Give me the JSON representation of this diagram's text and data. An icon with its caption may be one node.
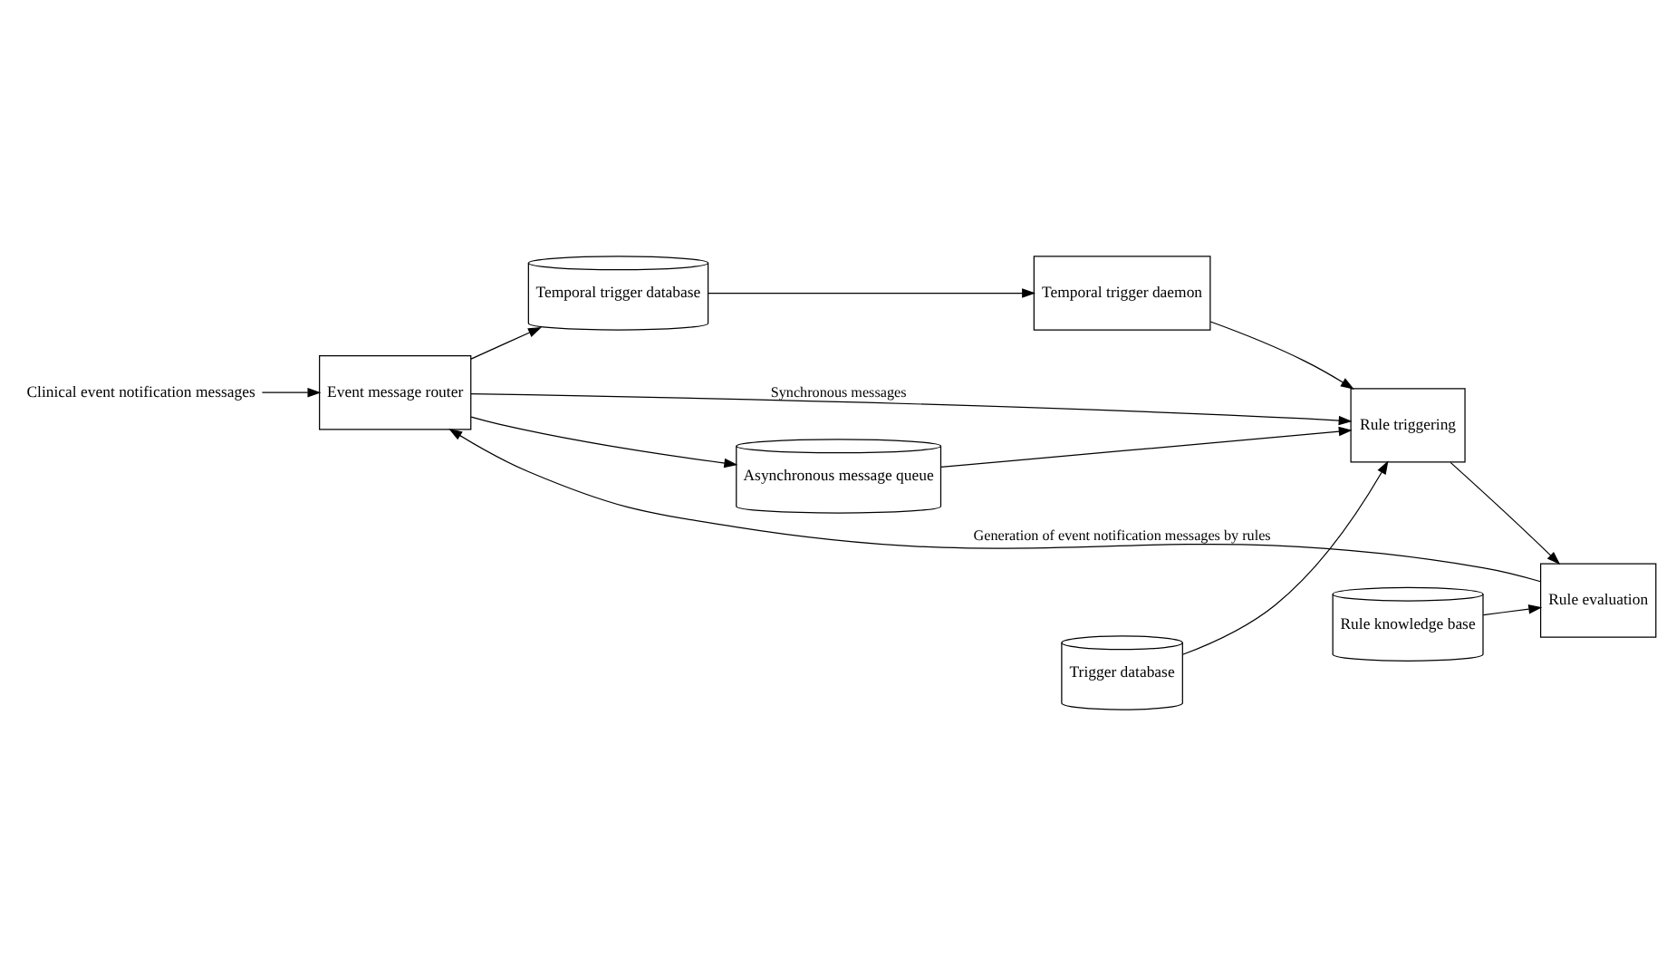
{
  "diagram": {
    "nodes": [
      {
        "text": [
          "Clinical event notification messages"
        ]
      },
      {
        "text": [
          "Event message router"
        ]
      },
      {
        "text": [
          "Temporal trigger database"
        ]
      },
      {
        "text": [
          "Temporal trigger daemon"
        ]
      },
      {
        "text": [
          "Rule triggering"
        ]
      },
      {
        "text": [
          "Rule evaluation"
        ]
      },
      {
        "text": [
          "Asynchronous message queue"
        ]
      },
      {
        "text": [
          "Trigger database"
        ]
      },
      {
        "text": [
          "Rule knowledge base"
        ]
      }
    ],
    "edges": [
      {
        "from": 0,
        "to": 1,
        "arrow": "to"
      },
      {
        "from": 5,
        "to": 1,
        "arrow": "to",
        "label": "Generation of event notification messages by rules"
      },
      {
        "from": 1,
        "to": 2,
        "arrow": "to"
      },
      {
        "from": 2,
        "to": 3,
        "arrow": "to"
      },
      {
        "from": 3,
        "to": 4,
        "arrow": "to"
      },
      {
        "from": 1,
        "to": 4,
        "arrow": "to",
        "label": "Synchronous messages"
      },
      {
        "from": 1,
        "to": 6,
        "arrow": "to"
      },
      {
        "from": 6,
        "to": 4,
        "arrow": "to"
      },
      {
        "from": 4,
        "to": 5,
        "arrow": "to"
      },
      {
        "from": 7,
        "to": 4,
        "arrow": "to"
      },
      {
        "from": 8,
        "to": 5,
        "arrow": "to"
      }
    ]
  }
}
